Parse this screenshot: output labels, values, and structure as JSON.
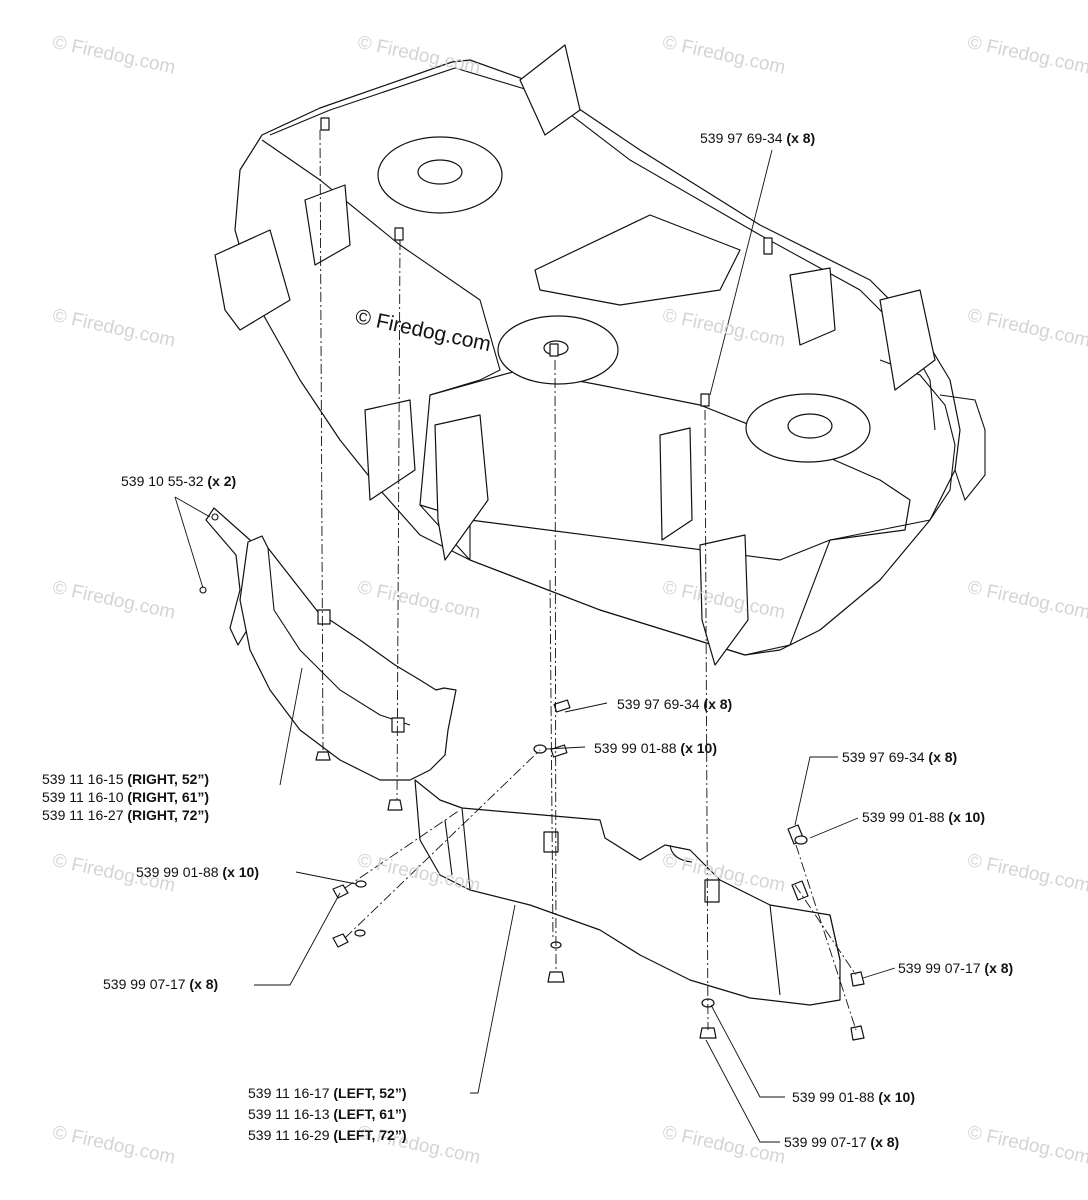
{
  "watermark": {
    "text": "© Firedog.com"
  },
  "center_watermark": {
    "text": "© Firedog.com"
  },
  "labels": {
    "top_bolt": {
      "part": "539 97 69-34",
      "qty": "(x 8)"
    },
    "left_bracket": {
      "part": "539 10 55-32",
      "qty": "(x 2)"
    },
    "right_shield": [
      {
        "part": "539 11 16-15",
        "spec": "(RIGHT, 52”)"
      },
      {
        "part": "539 11 16-10",
        "spec": "(RIGHT, 61”)"
      },
      {
        "part": "539 11 16-27",
        "spec": "(RIGHT, 72”)"
      }
    ],
    "mid_bolt": {
      "part": "539 97 69-34",
      "qty": "(x 8)"
    },
    "mid_washer": {
      "part": "539 99 01-88",
      "qty": "(x 10)"
    },
    "right_bolt": {
      "part": "539 97 69-34",
      "qty": "(x 8)"
    },
    "right_washer": {
      "part": "539 99 01-88",
      "qty": "(x 10)"
    },
    "left_washer": {
      "part": "539 99 01-88",
      "qty": "(x 10)"
    },
    "left_nut": {
      "part": "539 99 07-17",
      "qty": "(x 8)"
    },
    "right_nut": {
      "part": "539 99 07-17",
      "qty": "(x 8)"
    },
    "left_shield": [
      {
        "part": "539 11 16-17",
        "spec": "(LEFT, 52”)"
      },
      {
        "part": "539 11 16-13",
        "spec": "(LEFT, 61”)"
      },
      {
        "part": "539 11 16-29",
        "spec": "(LEFT, 72”)"
      }
    ],
    "bottom_washer": {
      "part": "539 99 01-88",
      "qty": "(x 10)"
    },
    "bottom_nut": {
      "part": "539 99 07-17",
      "qty": "(x 8)"
    }
  }
}
